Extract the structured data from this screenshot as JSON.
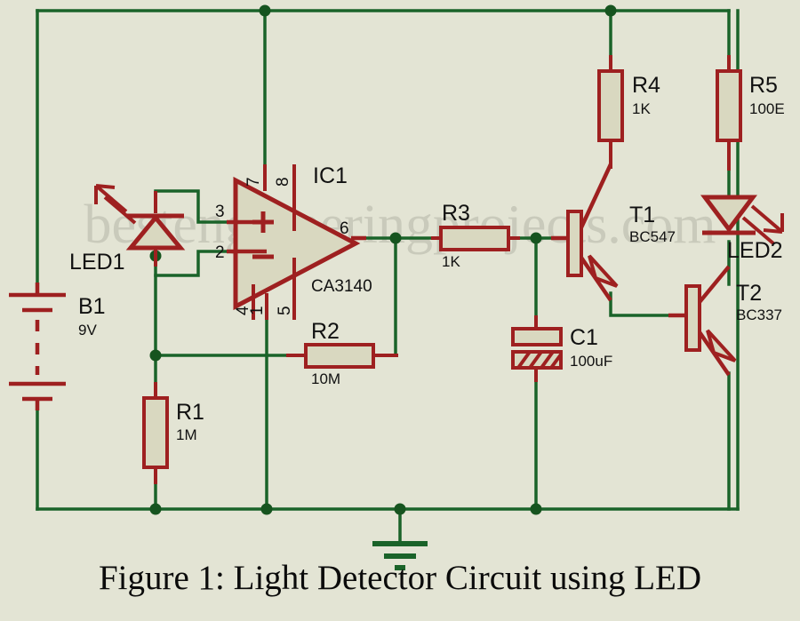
{
  "figure": {
    "caption": "Figure 1: Light Detector Circuit using LED",
    "watermark": "bestengineeringprojects.com"
  },
  "colors": {
    "background": "#e3e4d4",
    "wire": "#1a6329",
    "component_outline": "#9e2020",
    "component_fill": "#d9d8c0",
    "text": "#111111",
    "watermark": "#c9cabb"
  },
  "components": {
    "battery": {
      "ref": "B1",
      "value": "9V",
      "symbol": "battery-multicell"
    },
    "led1": {
      "ref": "LED1",
      "value": "",
      "symbol": "led-photodiode-up"
    },
    "led2": {
      "ref": "LED2",
      "value": "",
      "symbol": "led-emitting-down"
    },
    "ic1": {
      "ref": "IC1",
      "value": "CA3140",
      "symbol": "opamp",
      "pins": {
        "noninverting_input": "3",
        "inverting_input": "2",
        "output": "6",
        "vplus": "7",
        "pin8": "8",
        "vminus": "4",
        "pin1": "1",
        "pin5": "5"
      },
      "plus_sign": "+",
      "minus_sign": "−"
    },
    "r1": {
      "ref": "R1",
      "value": "1M",
      "symbol": "resistor-vertical"
    },
    "r2": {
      "ref": "R2",
      "value": "10M",
      "symbol": "resistor-horizontal"
    },
    "r3": {
      "ref": "R3",
      "value": "1K",
      "symbol": "resistor-horizontal"
    },
    "r4": {
      "ref": "R4",
      "value": "1K",
      "symbol": "resistor-vertical"
    },
    "r5": {
      "ref": "R5",
      "value": "100E",
      "symbol": "resistor-vertical"
    },
    "c1": {
      "ref": "C1",
      "value": "100uF",
      "symbol": "capacitor-polarized"
    },
    "t1": {
      "ref": "T1",
      "value": "BC547",
      "symbol": "transistor-npn"
    },
    "t2": {
      "ref": "T2",
      "value": "BC337",
      "symbol": "transistor-npn"
    },
    "gnd": {
      "ref": "",
      "value": "",
      "symbol": "ground-earth"
    }
  }
}
